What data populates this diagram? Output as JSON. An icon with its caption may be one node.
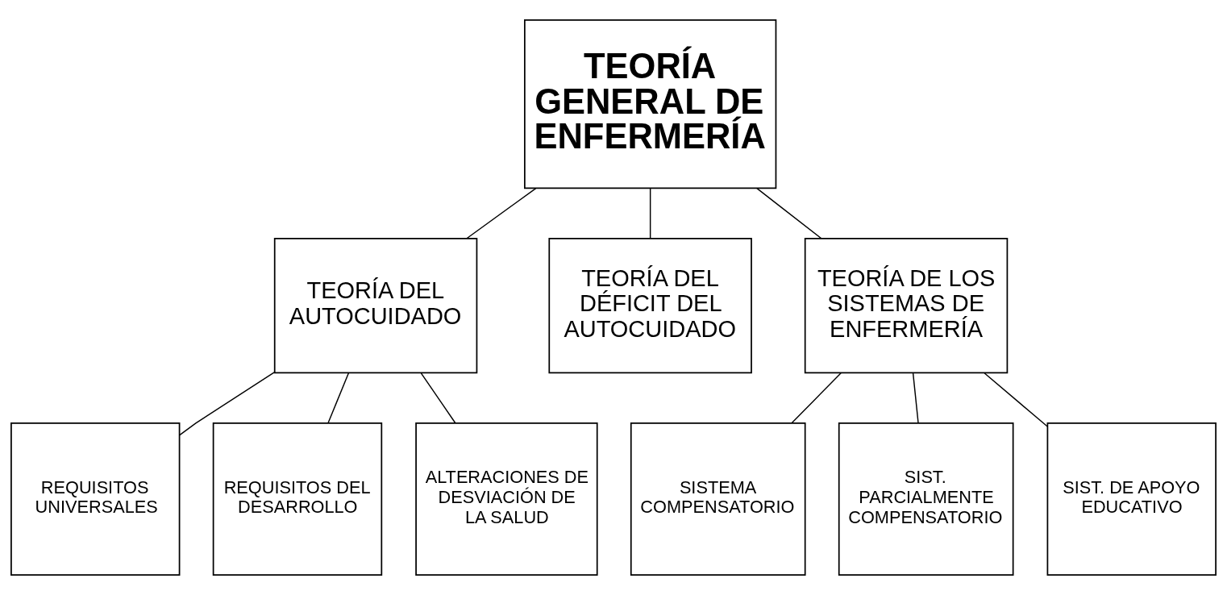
{
  "diagram": {
    "nodes": [
      {
        "text": [
          "TEORÍA GENERAL DE ENFERMERÍA"
        ]
      },
      {
        "text": [
          "TEORÍA DEL AUTOCUIDADO"
        ]
      },
      {
        "text": [
          "TEORÍA DEL DÉFICIT DEL AUTOCUIDADO"
        ]
      },
      {
        "text": [
          "TEORÍA DE LOS SISTEMAS DE ENFERMERÍA"
        ]
      },
      {
        "text": [
          "REQUISITOS UNIVERSALES"
        ]
      },
      {
        "text": [
          "REQUISITOS DEL DESARROLLO"
        ]
      },
      {
        "text": [
          "ALTERACIONES DE DESVIACIÓN DE LA SALUD"
        ]
      },
      {
        "text": [
          "SISTEMA COMPENSATORIO"
        ]
      },
      {
        "text": [
          "SIST. PARCIALMENTE COMPENSATORIO"
        ]
      },
      {
        "text": [
          "SIST. DE APOYO EDUCATIVO"
        ]
      }
    ],
    "edges": [
      {
        "from": 0,
        "to": 1,
        "arrow": "none"
      },
      {
        "from": 0,
        "to": 2,
        "arrow": "none"
      },
      {
        "from": 0,
        "to": 3,
        "arrow": "none"
      },
      {
        "from": 1,
        "to": 4,
        "arrow": "none"
      },
      {
        "from": 1,
        "to": 5,
        "arrow": "none"
      },
      {
        "from": 1,
        "to": 6,
        "arrow": "none"
      },
      {
        "from": 3,
        "to": 7,
        "arrow": "none"
      },
      {
        "from": 3,
        "to": 8,
        "arrow": "none"
      },
      {
        "from": 3,
        "to": 9,
        "arrow": "none"
      }
    ]
  }
}
